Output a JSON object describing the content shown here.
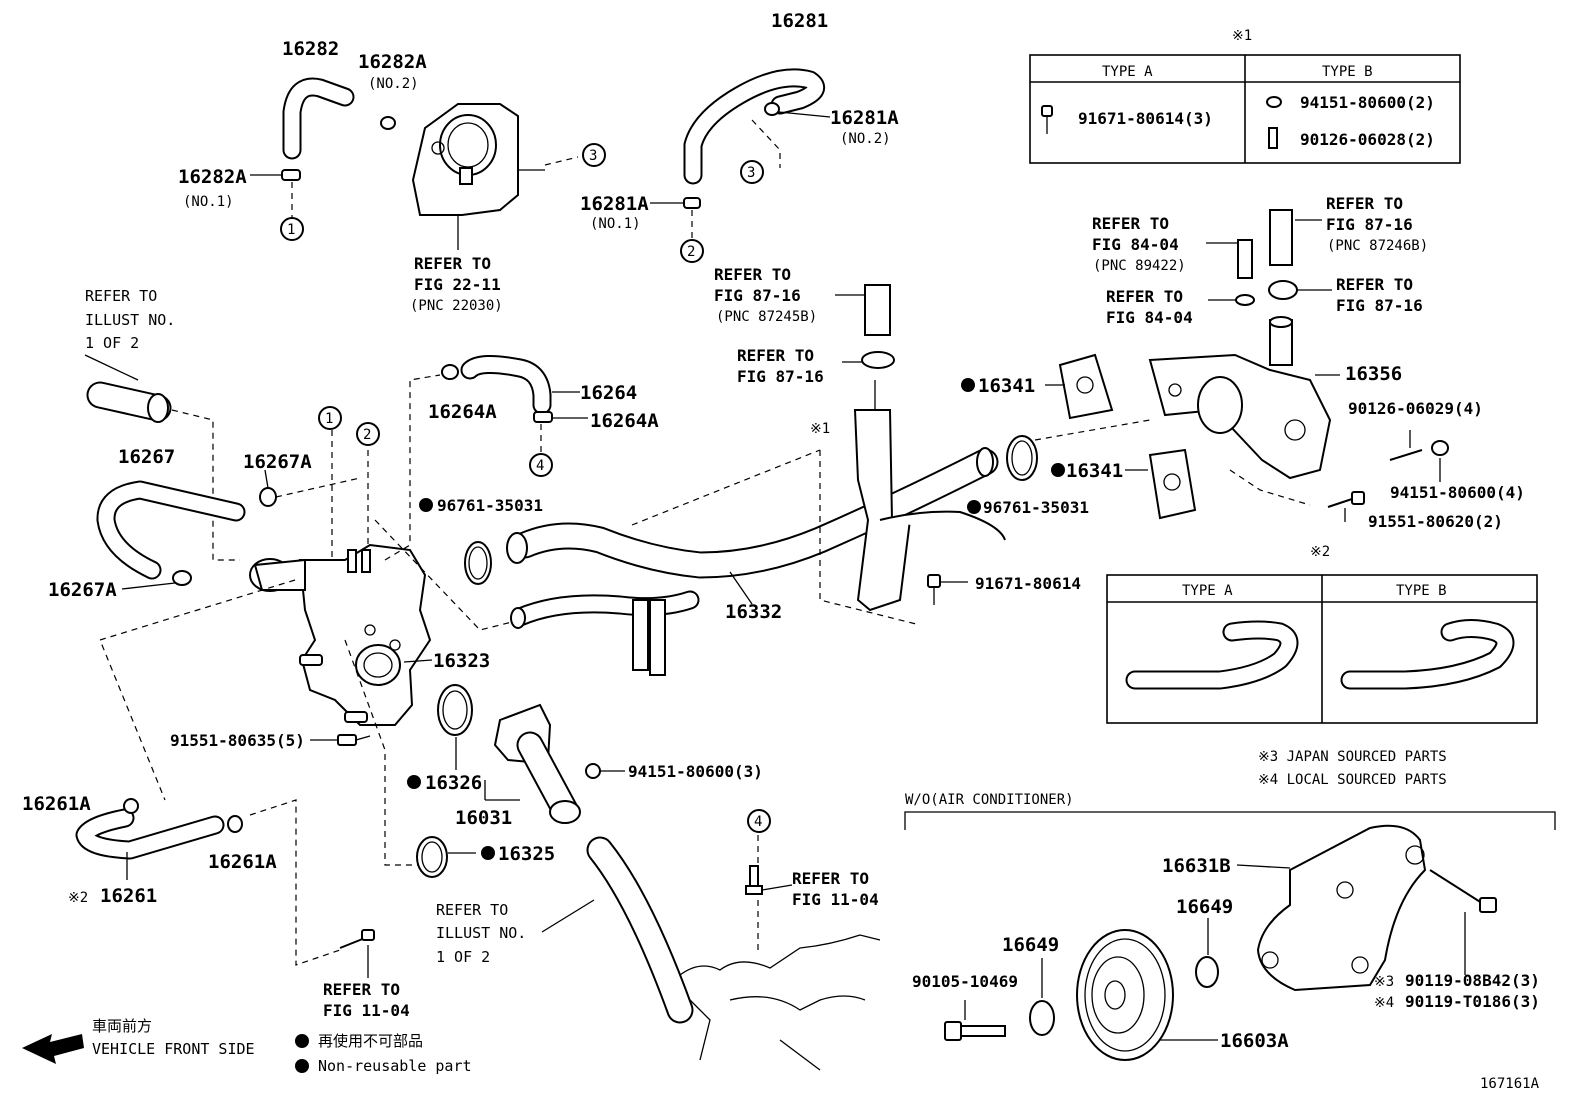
{
  "labels": {
    "p16282": "16282",
    "p16282A_top": "16282A",
    "no2_a": "(NO.2)",
    "p16282A_left": "16282A",
    "no1_a": "(NO.1)",
    "refer_22_11": "REFER TO",
    "fig_22_11": "FIG 22-11",
    "pnc_22030": "(PNC 22030)",
    "p16281": "16281",
    "p16281A_right": "16281A",
    "no2_b": "(NO.2)",
    "p16281A_left": "16281A",
    "no1_b": "(NO.1)",
    "refer_87_16_a": "REFER TO",
    "fig_87_16_a": "FIG 87-16",
    "pnc_87245B": "(PNC 87245B)",
    "refer_87_16_b": "REFER TO",
    "fig_87_16_b": "FIG 87-16",
    "refer_illust_a1": "REFER TO",
    "refer_illust_a2": "ILLUST NO.",
    "refer_illust_a3": "1 OF 2",
    "p16267": "16267",
    "p16267A_top": "16267A",
    "p16267A_left": "16267A",
    "p16264": "16264",
    "p16264A_left": "16264A",
    "p16264A_right": "16264A",
    "p96761_a": "96761-35031",
    "p96761_b": "96761-35031",
    "p16323": "16323",
    "p16332": "16332",
    "p91671_80614": "91671-80614",
    "p91551_80635": "91551-80635(5)",
    "p94151_80600_3": "94151-80600(3)",
    "p16326": "16326",
    "p16031": "16031",
    "p16325": "16325",
    "p16261A_left": "16261A",
    "p16261A_right": "16261A",
    "mark2_16261": "※2",
    "p16261": "16261",
    "refer_11_04_a": "REFER TO",
    "fig_11_04_a": "FIG 11-04",
    "refer_illust_b1": "REFER TO",
    "refer_illust_b2": "ILLUST NO.",
    "refer_illust_b3": "1 OF 2",
    "refer_11_04_b": "REFER TO",
    "fig_11_04_b": "FIG 11-04",
    "p16341_a": "16341",
    "p16341_b": "16341",
    "p16356": "16356",
    "p90126_06029": "90126-06029(4)",
    "p94151_80600_4": "94151-80600(4)",
    "p91551_80620": "91551-80620(2)",
    "refer_84_04_a": "REFER TO",
    "fig_84_04_a": "FIG 84-04",
    "pnc_89422": "(PNC 89422)",
    "refer_84_04_b": "REFER TO",
    "fig_84_04_b": "FIG 84-04",
    "refer_87_16_c": "REFER TO",
    "fig_87_16_c": "FIG 87-16",
    "pnc_87246B": "(PNC 87246B)",
    "refer_87_16_d": "REFER TO",
    "fig_87_16_d": "FIG 87-16",
    "mark1_pipe": "※1",
    "mark1_table": "※1",
    "mark2_table": "※2",
    "wo_ac": "W/O(AIR CONDITIONER)",
    "p16631B": "16631B",
    "p16649_a": "16649",
    "p16649_b": "16649",
    "p90105_10469": "90105-10469",
    "p16603A": "16603A",
    "mark3": "※3",
    "p90119_08B42": "90119-08B42(3)",
    "mark4": "※4",
    "p90119_T0186": "90119-T0186(3)",
    "japan_sourced": "※3 JAPAN SOURCED PARTS",
    "local_sourced": "※4 LOCAL SOURCED PARTS",
    "diagram_id": "167161A"
  },
  "circles": {
    "c1_a": "1",
    "c2_a": "2",
    "c3_a": "3",
    "c3_b": "3",
    "c1_b": "1",
    "c2_b": "2",
    "c4_a": "4",
    "c4_b": "4"
  },
  "table1": {
    "type_a": "TYPE A",
    "type_b": "TYPE B",
    "a_part": "91671-80614(3)",
    "b_part1": "94151-80600(2)",
    "b_part2": "90126-06028(2)"
  },
  "table2": {
    "type_a": "TYPE A",
    "type_b": "TYPE B"
  },
  "legend": {
    "front_jp": "車両前方",
    "front_en": "VEHICLE FRONT SIDE",
    "nonreuse_jp": "再使用不可部品",
    "nonreuse_en": "Non-reusable part"
  }
}
